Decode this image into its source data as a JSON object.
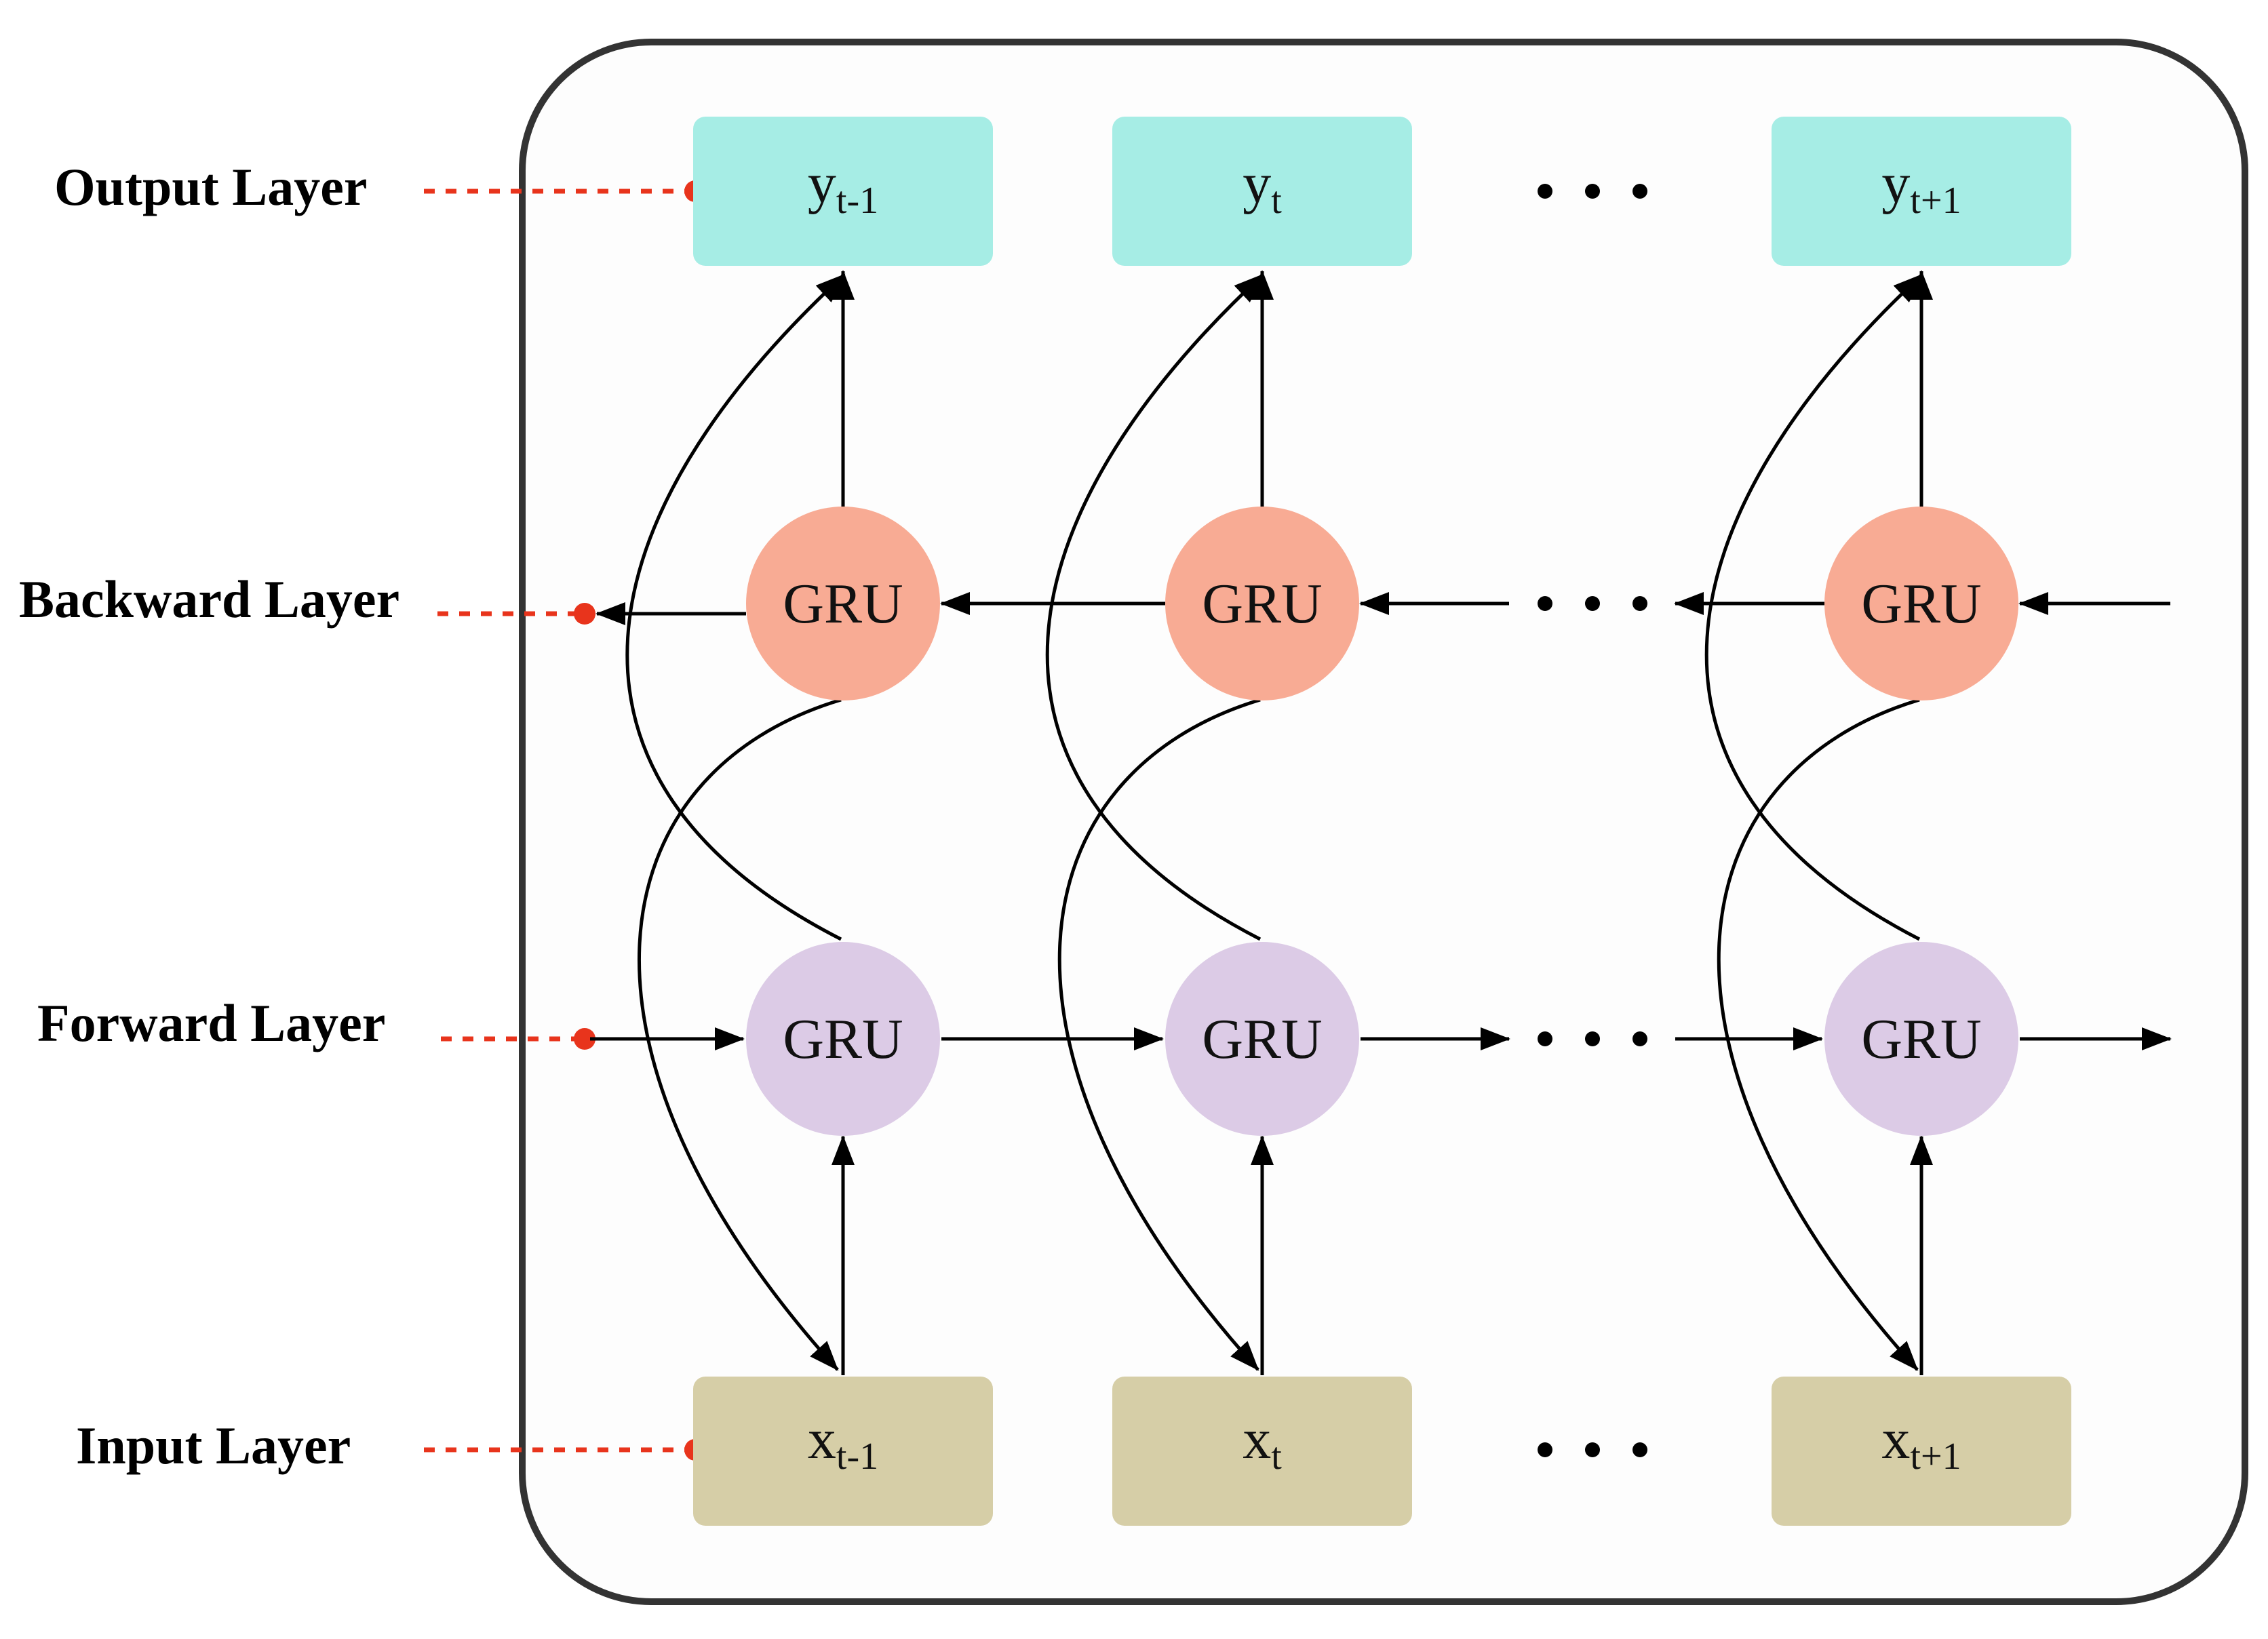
{
  "layers": {
    "output": "Output Layer",
    "backward": "Backward Layer",
    "forward": "Forward Layer",
    "input": "Input Layer"
  },
  "columns": [
    {
      "y_main": "y",
      "y_sub": "t-1",
      "x_main": "x",
      "x_sub": "t-1",
      "backward_cell": "GRU",
      "forward_cell": "GRU"
    },
    {
      "y_main": "y",
      "y_sub": "t",
      "x_main": "x",
      "x_sub": "t",
      "backward_cell": "GRU",
      "forward_cell": "GRU"
    },
    {
      "y_main": "y",
      "y_sub": "t+1",
      "x_main": "x",
      "x_sub": "t+1",
      "backward_cell": "GRU",
      "forward_cell": "GRU"
    }
  ],
  "colors": {
    "output_box": "#a6ede5",
    "input_box": "#d6cea7",
    "backward_cell": "#f8ab94",
    "forward_cell": "#dccbe6",
    "connector": "#e8341c",
    "frame": "#333333"
  }
}
